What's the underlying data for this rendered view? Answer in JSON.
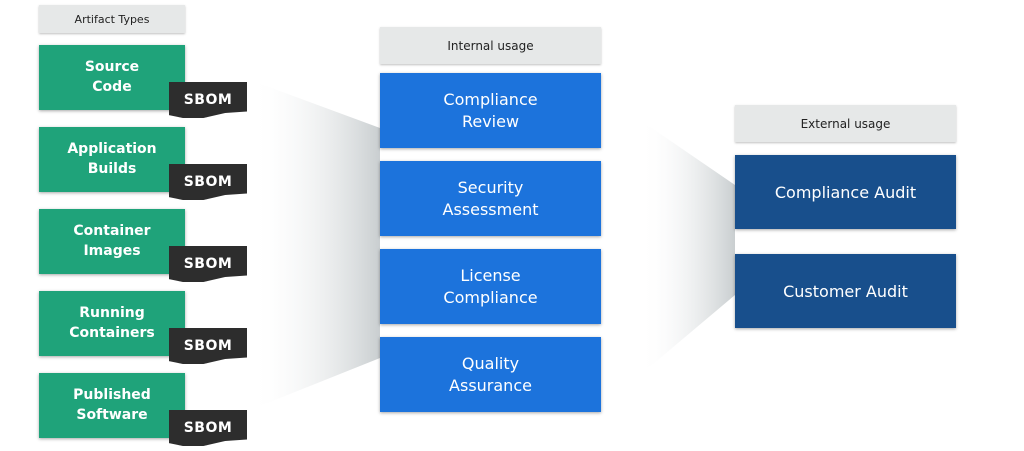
{
  "artifacts_header": "Artifact Types",
  "artifacts": [
    {
      "label": "Source\nCode",
      "tag": "SBOM"
    },
    {
      "label": "Application\nBuilds",
      "tag": "SBOM"
    },
    {
      "label": "Container\nImages",
      "tag": "SBOM"
    },
    {
      "label": "Running\nContainers",
      "tag": "SBOM"
    },
    {
      "label": "Published\nSoftware",
      "tag": "SBOM"
    }
  ],
  "internal_header": "Internal usage",
  "internal": [
    {
      "label": "Compliance\nReview"
    },
    {
      "label": "Security\nAssessment"
    },
    {
      "label": "License\nCompliance"
    },
    {
      "label": "Quality\nAssurance"
    }
  ],
  "external_header": "External usage",
  "external": [
    {
      "label": "Compliance Audit"
    },
    {
      "label": "Customer Audit"
    }
  ],
  "colors": {
    "artifact": "#1fa37a",
    "sbom": "#2d2d2d",
    "internal": "#1c73dc",
    "external": "#184f8c",
    "label_bg": "#e6e8e8"
  }
}
